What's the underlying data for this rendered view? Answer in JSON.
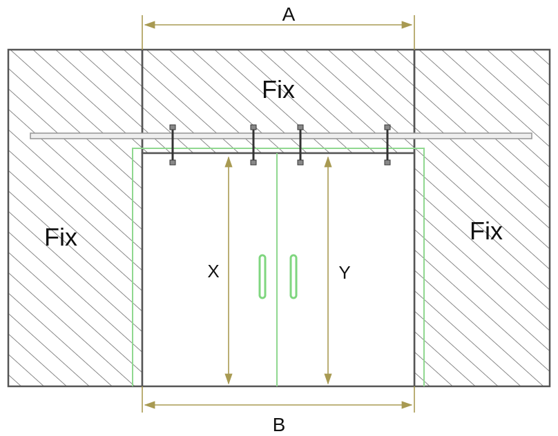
{
  "labels": {
    "fix_top": "Fix",
    "fix_left": "Fix",
    "fix_right": "Fix",
    "dim_top": "A",
    "dim_bottom": "B",
    "dim_left_height": "X",
    "dim_right_height": "Y"
  },
  "colors": {
    "outline": "#555555",
    "hatch": "#6a6a6a",
    "glass_edge": "#8fd88f",
    "handle": "#7fd67f",
    "dimension": "#a89a52",
    "rail": "#999999"
  }
}
